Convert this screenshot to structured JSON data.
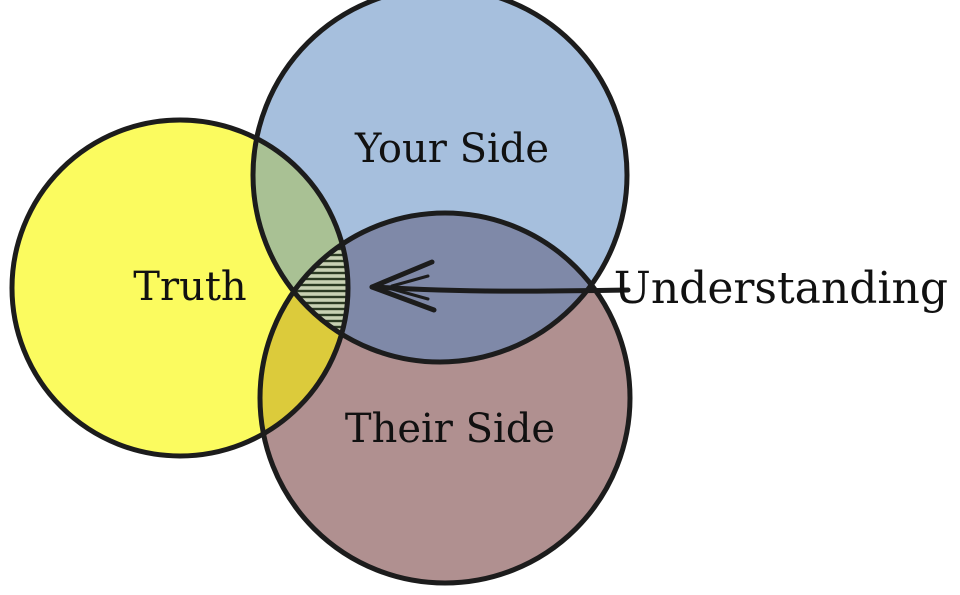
{
  "labels": {
    "truth": "Truth",
    "your_side": "Your Side",
    "their_side": "Their Side",
    "understanding": "Understanding"
  },
  "colors": {
    "truth": "#fbfb5f",
    "your_side": "#a6bfdd",
    "their_side": "#b09090",
    "truth_your_overlap": "#a9c194",
    "truth_their_overlap": "#dccb3b",
    "your_their_overlap": "#7f89a8",
    "center_hatch": "#2b3a22",
    "outline": "#1c1c1c"
  }
}
